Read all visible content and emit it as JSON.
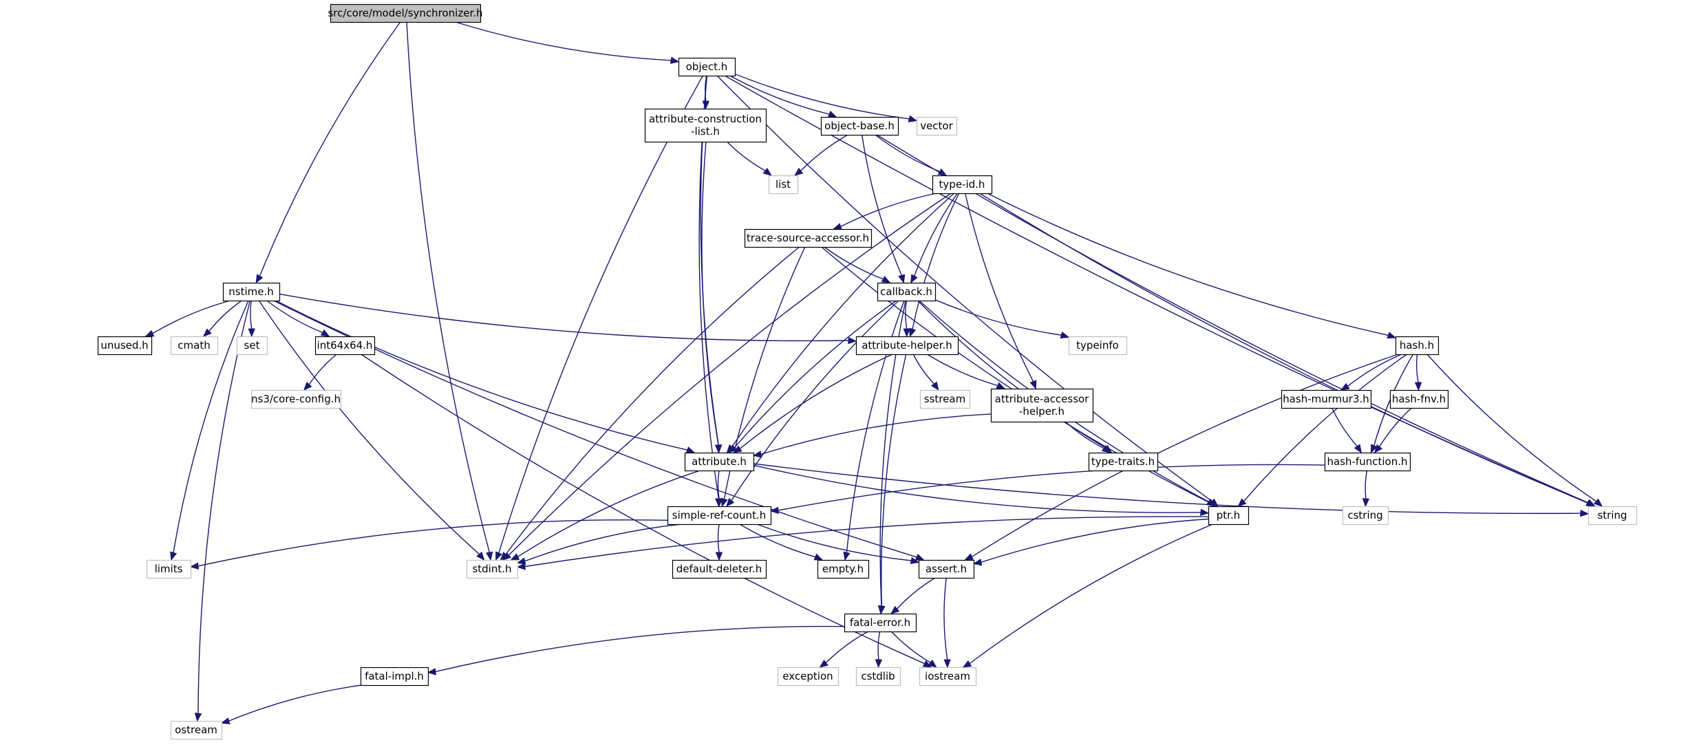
{
  "graph": {
    "edge_color": "#191970",
    "root_fill": "#bfbfbf",
    "local_header_border": "#000000",
    "system_header_border": "#bfbfbf",
    "nodes": [
      {
        "id": "root",
        "label": [
          "src/core/model/synchronizer.h"
        ],
        "kind": "root"
      },
      {
        "id": "nstime",
        "label": [
          "nstime.h"
        ],
        "kind": "local"
      },
      {
        "id": "stdint",
        "label": [
          "stdint.h"
        ],
        "kind": "system"
      },
      {
        "id": "object",
        "label": [
          "object.h"
        ],
        "kind": "local"
      },
      {
        "id": "attrcons",
        "label": [
          "attribute-construction",
          "-list.h"
        ],
        "kind": "local"
      },
      {
        "id": "objbase",
        "label": [
          "object-base.h"
        ],
        "kind": "local"
      },
      {
        "id": "vector",
        "label": [
          "vector"
        ],
        "kind": "system"
      },
      {
        "id": "list",
        "label": [
          "list"
        ],
        "kind": "system"
      },
      {
        "id": "typeid",
        "label": [
          "type-id.h"
        ],
        "kind": "local"
      },
      {
        "id": "tsa",
        "label": [
          "trace-source-accessor.h"
        ],
        "kind": "local"
      },
      {
        "id": "callback",
        "label": [
          "callback.h"
        ],
        "kind": "local"
      },
      {
        "id": "attrhelper",
        "label": [
          "attribute-helper.h"
        ],
        "kind": "local"
      },
      {
        "id": "typeinfo",
        "label": [
          "typeinfo"
        ],
        "kind": "system"
      },
      {
        "id": "sstream",
        "label": [
          "sstream"
        ],
        "kind": "system"
      },
      {
        "id": "aah",
        "label": [
          "attribute-accessor",
          "-helper.h"
        ],
        "kind": "local"
      },
      {
        "id": "typetraits",
        "label": [
          "type-traits.h"
        ],
        "kind": "local"
      },
      {
        "id": "attribute",
        "label": [
          "attribute.h"
        ],
        "kind": "local"
      },
      {
        "id": "src",
        "label": [
          "simple-ref-count.h"
        ],
        "kind": "local"
      },
      {
        "id": "ptr",
        "label": [
          "ptr.h"
        ],
        "kind": "local"
      },
      {
        "id": "hash",
        "label": [
          "hash.h"
        ],
        "kind": "local"
      },
      {
        "id": "murmur",
        "label": [
          "hash-murmur3.h"
        ],
        "kind": "local"
      },
      {
        "id": "fnv",
        "label": [
          "hash-fnv.h"
        ],
        "kind": "local"
      },
      {
        "id": "hashfn",
        "label": [
          "hash-function.h"
        ],
        "kind": "local"
      },
      {
        "id": "cstring",
        "label": [
          "cstring"
        ],
        "kind": "system"
      },
      {
        "id": "string",
        "label": [
          "string"
        ],
        "kind": "system"
      },
      {
        "id": "unused",
        "label": [
          "unused.h"
        ],
        "kind": "local"
      },
      {
        "id": "cmath",
        "label": [
          "cmath"
        ],
        "kind": "system"
      },
      {
        "id": "set",
        "label": [
          "set"
        ],
        "kind": "system"
      },
      {
        "id": "int64",
        "label": [
          "int64x64.h"
        ],
        "kind": "local"
      },
      {
        "id": "ns3cfg",
        "label": [
          "ns3/core-config.h"
        ],
        "kind": "system"
      },
      {
        "id": "limits",
        "label": [
          "limits"
        ],
        "kind": "system"
      },
      {
        "id": "dd",
        "label": [
          "default-deleter.h"
        ],
        "kind": "local"
      },
      {
        "id": "empty",
        "label": [
          "empty.h"
        ],
        "kind": "local"
      },
      {
        "id": "assert",
        "label": [
          "assert.h"
        ],
        "kind": "local"
      },
      {
        "id": "fatalerr",
        "label": [
          "fatal-error.h"
        ],
        "kind": "local"
      },
      {
        "id": "fatalimpl",
        "label": [
          "fatal-impl.h"
        ],
        "kind": "local"
      },
      {
        "id": "exception",
        "label": [
          "exception"
        ],
        "kind": "system"
      },
      {
        "id": "cstdlib",
        "label": [
          "cstdlib"
        ],
        "kind": "system"
      },
      {
        "id": "iostream",
        "label": [
          "iostream"
        ],
        "kind": "system"
      },
      {
        "id": "ostream",
        "label": [
          "ostream"
        ],
        "kind": "system"
      }
    ],
    "edges": [
      [
        "root",
        "nstime"
      ],
      [
        "root",
        "stdint"
      ],
      [
        "root",
        "object"
      ],
      [
        "object",
        "attrcons"
      ],
      [
        "object",
        "objbase"
      ],
      [
        "object",
        "vector"
      ],
      [
        "object",
        "string"
      ],
      [
        "object",
        "ptr"
      ],
      [
        "object",
        "attribute"
      ],
      [
        "object",
        "src"
      ],
      [
        "object",
        "stdint"
      ],
      [
        "attrcons",
        "list"
      ],
      [
        "attrcons",
        "attribute"
      ],
      [
        "objbase",
        "list"
      ],
      [
        "objbase",
        "typeid"
      ],
      [
        "objbase",
        "callback"
      ],
      [
        "objbase",
        "string"
      ],
      [
        "typeid",
        "tsa"
      ],
      [
        "typeid",
        "callback"
      ],
      [
        "typeid",
        "attrhelper"
      ],
      [
        "typeid",
        "attribute"
      ],
      [
        "typeid",
        "stdint"
      ],
      [
        "typeid",
        "hash"
      ],
      [
        "typeid",
        "string"
      ],
      [
        "typeid",
        "aah"
      ],
      [
        "tsa",
        "callback"
      ],
      [
        "tsa",
        "ptr"
      ],
      [
        "tsa",
        "stdint"
      ],
      [
        "tsa",
        "src"
      ],
      [
        "callback",
        "attrhelper"
      ],
      [
        "callback",
        "attribute"
      ],
      [
        "callback",
        "src"
      ],
      [
        "callback",
        "fatalerr"
      ],
      [
        "callback",
        "typeinfo"
      ],
      [
        "callback",
        "typetraits"
      ],
      [
        "callback",
        "ptr"
      ],
      [
        "callback",
        "empty"
      ],
      [
        "attrhelper",
        "attribute"
      ],
      [
        "attrhelper",
        "sstream"
      ],
      [
        "attrhelper",
        "aah"
      ],
      [
        "attrhelper",
        "fatalerr"
      ],
      [
        "aah",
        "attribute"
      ],
      [
        "aah",
        "typetraits"
      ],
      [
        "attribute",
        "src"
      ],
      [
        "attribute",
        "ptr"
      ],
      [
        "attribute",
        "stdint"
      ],
      [
        "attribute",
        "string"
      ],
      [
        "src",
        "stdint"
      ],
      [
        "src",
        "limits"
      ],
      [
        "src",
        "dd"
      ],
      [
        "src",
        "empty"
      ],
      [
        "src",
        "assert"
      ],
      [
        "ptr",
        "stdint"
      ],
      [
        "ptr",
        "assert"
      ],
      [
        "ptr",
        "iostream"
      ],
      [
        "hash",
        "ptr"
      ],
      [
        "hash",
        "murmur"
      ],
      [
        "hash",
        "fnv"
      ],
      [
        "hash",
        "hashfn"
      ],
      [
        "hash",
        "string"
      ],
      [
        "hash",
        "assert"
      ],
      [
        "murmur",
        "hashfn"
      ],
      [
        "fnv",
        "hashfn"
      ],
      [
        "hashfn",
        "src"
      ],
      [
        "hashfn",
        "cstring"
      ],
      [
        "nstime",
        "unused"
      ],
      [
        "nstime",
        "cmath"
      ],
      [
        "nstime",
        "set"
      ],
      [
        "nstime",
        "int64"
      ],
      [
        "nstime",
        "attrhelper"
      ],
      [
        "nstime",
        "attribute"
      ],
      [
        "nstime",
        "limits"
      ],
      [
        "nstime",
        "stdint"
      ],
      [
        "nstime",
        "assert"
      ],
      [
        "nstime",
        "ostream"
      ],
      [
        "int64",
        "ns3cfg"
      ],
      [
        "int64",
        "iostream"
      ],
      [
        "assert",
        "fatalerr"
      ],
      [
        "assert",
        "iostream"
      ],
      [
        "fatalerr",
        "fatalimpl"
      ],
      [
        "fatalerr",
        "exception"
      ],
      [
        "fatalerr",
        "cstdlib"
      ],
      [
        "fatalerr",
        "iostream"
      ],
      [
        "fatalimpl",
        "ostream"
      ]
    ]
  }
}
